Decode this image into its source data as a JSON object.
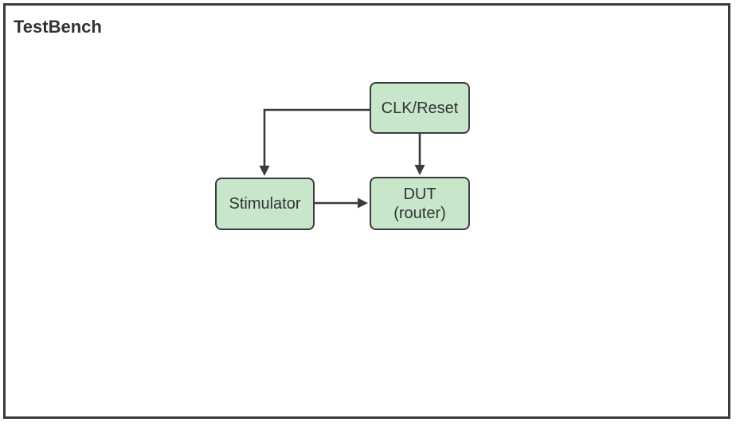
{
  "diagram": {
    "title": "TestBench",
    "nodes": [
      {
        "id": "clk-reset",
        "label": "CLK/Reset"
      },
      {
        "id": "stimulator",
        "label": "Stimulator"
      },
      {
        "id": "dut",
        "label": "DUT",
        "label_line2": "(router)"
      }
    ],
    "connectors": [
      {
        "from": "clk-reset",
        "to": "stimulator"
      },
      {
        "from": "clk-reset",
        "to": "dut"
      },
      {
        "from": "stimulator",
        "to": "dut"
      }
    ],
    "colors": {
      "background": "#ffffff",
      "frame_border": "#3b3b3b",
      "node_fill": "#c8e6c9",
      "node_border": "#3b3b3b",
      "node_text": "#333333",
      "title_text": "#333333",
      "connector": "#3b3b3b"
    }
  }
}
